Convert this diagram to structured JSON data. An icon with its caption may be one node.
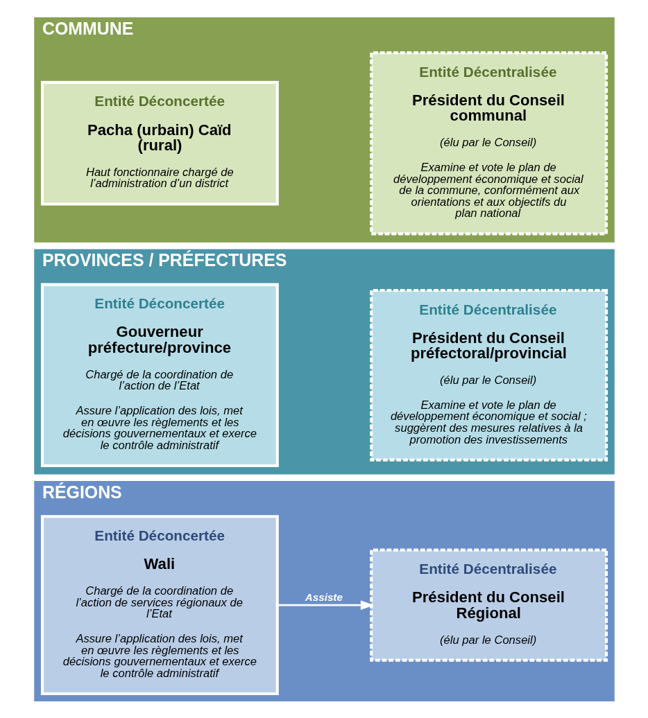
{
  "diagram": {
    "nodes": [
      {
        "text": [
          "RÉGIONS"
        ]
      },
      {
        "text": [
          "Entité Déconcertée",
          "Wali",
          "Chargé de la coordination de l’action de services régionaux de l’Etat",
          "Assure l’application des lois, met en œuvre les règlements et les décisions gouvernementaux et exerce le contrôle administratif"
        ],
        "in": 0
      },
      {
        "text": [
          "Entité Décentralisée",
          "Président du Conseil Régional",
          "(élu par le Conseil)"
        ],
        "in": 0
      },
      {
        "text": [
          "PROVINCES / PRÉFECTURES"
        ]
      },
      {
        "text": [
          "Entité Déconcertée",
          "Gouverneur préfecture/province",
          "Chargé de la coordination de l’action de l’Etat",
          "Assure l’application des lois, met en œuvre les règlements et les décisions gouvernementaux et exerce le contrôle administratif"
        ],
        "in": 3
      },
      {
        "text": [
          "Entité Décentralisée",
          "Président du Conseil préfectoral/provincial",
          "(élu par le Conseil)",
          "Examine et vote le plan de développement économique et social ; suggèrent des mesures relatives à la promotion des investissements"
        ],
        "in": 3
      },
      {
        "text": [
          "COMMUNE"
        ]
      },
      {
        "text": [
          "Entité Déconcertée",
          "Pacha (urbain) Caïd (rural)",
          "Haut fonctionnaire chargé de l’administration d’un district"
        ],
        "in": 6
      },
      {
        "text": [
          "Entité Décentralisée",
          "Président du Conseil communal",
          "(élu par le Conseil)",
          "Examine et vote le plan de développement économique et social de la commune, conformément aux orientations et aux objectifs du plan national"
        ],
        "in": 6
      }
    ],
    "edges": [
      {
        "from": 1,
        "to": 2,
        "arrow": "to",
        "label": "Assiste",
        "color": "#ffffff"
      }
    ]
  }
}
